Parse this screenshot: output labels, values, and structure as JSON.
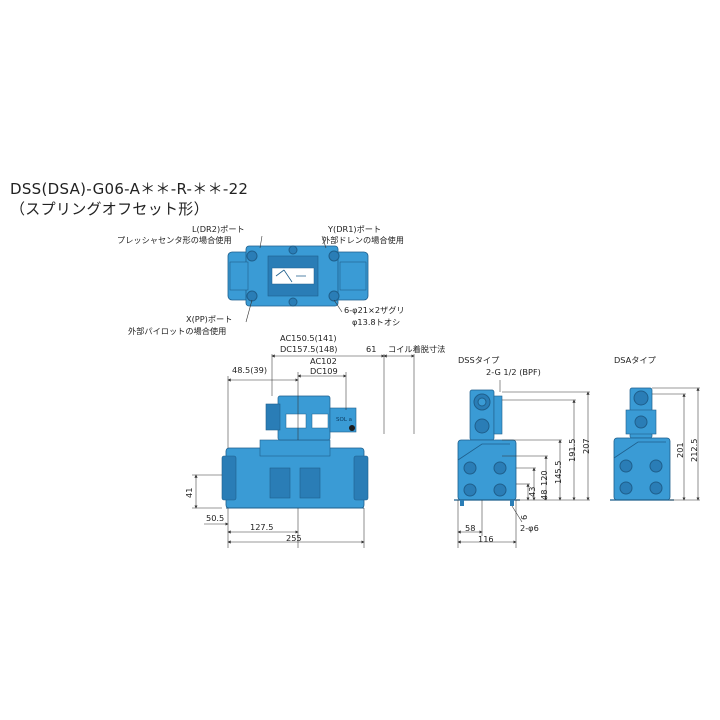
{
  "title": {
    "line1": "DSS(DSA)-G06-A＊＊-R-＊＊-22",
    "line2": "（スプリングオフセット形）"
  },
  "top_view": {
    "port_l": "L(DR2)ポート",
    "port_l_note": "プレッシャセンタ形の場合使用",
    "port_y": "Y(DR1)ポート",
    "port_y_note": "外部ドレンの場合使用",
    "port_x": "X(PP)ポート",
    "port_x_note": "外部パイロットの場合使用",
    "hole_spec": "6-φ21×2ザグリ",
    "hole_through": "φ13.8トオシ"
  },
  "front_view": {
    "dim_ac150": "AC150.5(141)",
    "dim_dc157": "DC157.5(148)",
    "dim_61": "61",
    "coil_note": "コイル着脱寸法",
    "dim_ac102": "AC102",
    "dim_dc109": "DC109",
    "dim_48": "48.5(39)",
    "dim_41": "41",
    "dim_50": "50.5",
    "dim_127": "127.5",
    "dim_255": "255",
    "sol_label": "SOL a"
  },
  "dss_view": {
    "title": "DSSタイプ",
    "port": "2-G 1/2 (BPF)",
    "dim_207": "207",
    "dim_191": "191.5",
    "dim_145": "145.5",
    "dim_120": "120",
    "dim_48": "48",
    "dim_43": "43",
    "dim_6": "6",
    "dim_58": "58",
    "dim_116": "116",
    "dim_phi6": "2-φ6"
  },
  "dsa_view": {
    "title": "DSAタイプ",
    "dim_212": "212.5",
    "dim_201": "201"
  },
  "colors": {
    "body": "#3a9bd5",
    "body_dark": "#2a7db6",
    "line": "#333333"
  }
}
